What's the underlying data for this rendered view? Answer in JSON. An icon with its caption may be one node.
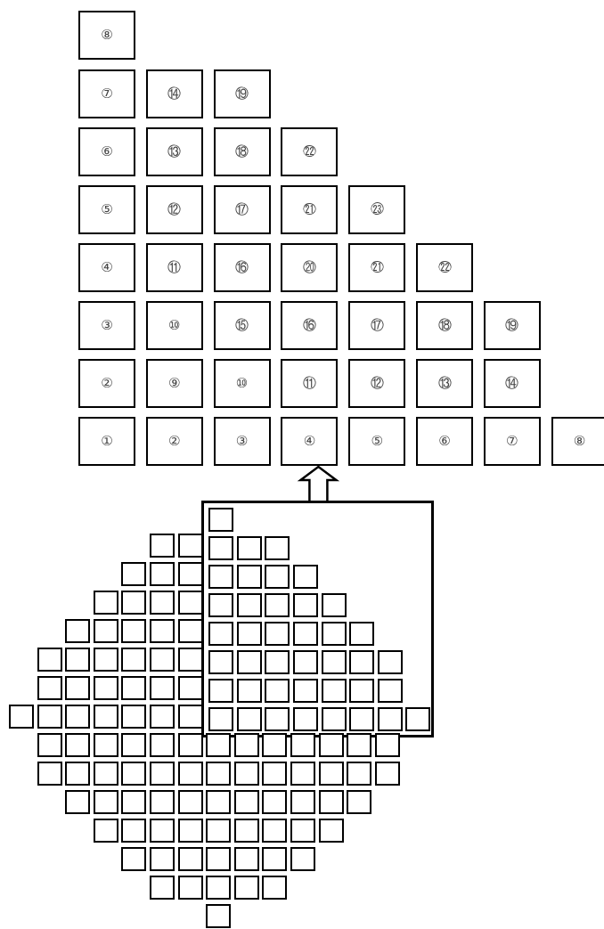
{
  "diagram": {
    "nodes": [
      {
        "text": [
          "⑧"
        ]
      },
      {
        "text": [
          "⑦"
        ]
      },
      {
        "text": [
          "⑭"
        ]
      },
      {
        "text": [
          "⑲"
        ]
      },
      {
        "text": [
          "⑥"
        ]
      },
      {
        "text": [
          "⑬"
        ]
      },
      {
        "text": [
          "⑱"
        ]
      },
      {
        "text": [
          "㉒"
        ]
      },
      {
        "text": [
          "⑤"
        ]
      },
      {
        "text": [
          "⑫"
        ]
      },
      {
        "text": [
          "⑰"
        ]
      },
      {
        "text": [
          "㉑"
        ]
      },
      {
        "text": [
          "㉓"
        ]
      },
      {
        "text": [
          "④"
        ]
      },
      {
        "text": [
          "⑪"
        ]
      },
      {
        "text": [
          "⑯"
        ]
      },
      {
        "text": [
          "⑳"
        ]
      },
      {
        "text": [
          "㉑"
        ]
      },
      {
        "text": [
          "㉒"
        ]
      },
      {
        "text": [
          "③"
        ]
      },
      {
        "text": [
          "⑩"
        ]
      },
      {
        "text": [
          "⑮"
        ]
      },
      {
        "text": [
          "⑯"
        ]
      },
      {
        "text": [
          "⑰"
        ]
      },
      {
        "text": [
          "⑱"
        ]
      },
      {
        "text": [
          "⑲"
        ]
      },
      {
        "text": [
          "②"
        ]
      },
      {
        "text": [
          "⑨"
        ]
      },
      {
        "text": [
          "⑩"
        ]
      },
      {
        "text": [
          "⑪"
        ]
      },
      {
        "text": [
          "⑫"
        ]
      },
      {
        "text": [
          "⑬"
        ]
      },
      {
        "text": [
          "⑭"
        ]
      },
      {
        "text": [
          "①"
        ]
      },
      {
        "text": [
          "②"
        ]
      },
      {
        "text": [
          "③"
        ]
      },
      {
        "text": [
          "④"
        ]
      },
      {
        "text": [
          "⑤"
        ]
      },
      {
        "text": [
          "⑥"
        ]
      },
      {
        "text": [
          "⑦"
        ]
      },
      {
        "text": [
          "⑧"
        ]
      },
      {
        "text": [],
        "shape": "box"
      },
      {
        "text": [],
        "shape": "box",
        "in": 41
      },
      {
        "text": [],
        "shape": "box"
      },
      {
        "text": [],
        "shape": "box"
      },
      {
        "text": [],
        "shape": "box",
        "in": 41
      },
      {
        "text": [],
        "shape": "box",
        "in": 41
      },
      {
        "text": [],
        "shape": "box",
        "in": 41
      },
      {
        "text": [],
        "shape": "box"
      },
      {
        "text": [],
        "shape": "box"
      },
      {
        "text": [],
        "shape": "box"
      },
      {
        "text": [],
        "shape": "box",
        "in": 41
      },
      {
        "text": [],
        "shape": "box",
        "in": 41
      },
      {
        "text": [],
        "shape": "box",
        "in": 41
      },
      {
        "text": [],
        "shape": "box",
        "in": 41
      },
      {
        "text": [],
        "shape": "box"
      },
      {
        "text": [],
        "shape": "box"
      },
      {
        "text": [],
        "shape": "box"
      },
      {
        "text": [],
        "shape": "box"
      },
      {
        "text": [],
        "shape": "box",
        "in": 41
      },
      {
        "text": [],
        "shape": "box",
        "in": 41
      },
      {
        "text": [],
        "shape": "box",
        "in": 41
      },
      {
        "text": [],
        "shape": "box",
        "in": 41
      },
      {
        "text": [],
        "shape": "box",
        "in": 41
      },
      {
        "text": [],
        "shape": "box"
      },
      {
        "text": [],
        "shape": "box"
      },
      {
        "text": [],
        "shape": "box"
      },
      {
        "text": [],
        "shape": "box"
      },
      {
        "text": [],
        "shape": "box"
      },
      {
        "text": [],
        "shape": "box",
        "in": 41
      },
      {
        "text": [],
        "shape": "box",
        "in": 41
      },
      {
        "text": [],
        "shape": "box",
        "in": 41
      },
      {
        "text": [],
        "shape": "box",
        "in": 41
      },
      {
        "text": [],
        "shape": "box",
        "in": 41
      },
      {
        "text": [],
        "shape": "box",
        "in": 41
      },
      {
        "text": [],
        "shape": "box"
      },
      {
        "text": [],
        "shape": "box"
      },
      {
        "text": [],
        "shape": "box"
      },
      {
        "text": [],
        "shape": "box"
      },
      {
        "text": [],
        "shape": "box"
      },
      {
        "text": [],
        "shape": "box"
      },
      {
        "text": [],
        "shape": "box",
        "in": 41
      },
      {
        "text": [],
        "shape": "box",
        "in": 41
      },
      {
        "text": [],
        "shape": "box",
        "in": 41
      },
      {
        "text": [],
        "shape": "box",
        "in": 41
      },
      {
        "text": [],
        "shape": "box",
        "in": 41
      },
      {
        "text": [],
        "shape": "box",
        "in": 41
      },
      {
        "text": [],
        "shape": "box",
        "in": 41
      },
      {
        "text": [],
        "shape": "box"
      },
      {
        "text": [],
        "shape": "box"
      },
      {
        "text": [],
        "shape": "box"
      },
      {
        "text": [],
        "shape": "box"
      },
      {
        "text": [],
        "shape": "box"
      },
      {
        "text": [],
        "shape": "box"
      },
      {
        "text": [],
        "shape": "box",
        "in": 41
      },
      {
        "text": [],
        "shape": "box",
        "in": 41
      },
      {
        "text": [],
        "shape": "box",
        "in": 41
      },
      {
        "text": [],
        "shape": "box",
        "in": 41
      },
      {
        "text": [],
        "shape": "box",
        "in": 41
      },
      {
        "text": [],
        "shape": "box",
        "in": 41
      },
      {
        "text": [],
        "shape": "box",
        "in": 41
      },
      {
        "text": [],
        "shape": "box"
      },
      {
        "text": [],
        "shape": "box"
      },
      {
        "text": [],
        "shape": "box"
      },
      {
        "text": [],
        "shape": "box"
      },
      {
        "text": [],
        "shape": "box"
      },
      {
        "text": [],
        "shape": "box"
      },
      {
        "text": [],
        "shape": "box"
      },
      {
        "text": [],
        "shape": "box",
        "in": 41
      },
      {
        "text": [],
        "shape": "box",
        "in": 41
      },
      {
        "text": [],
        "shape": "box",
        "in": 41
      },
      {
        "text": [],
        "shape": "box",
        "in": 41
      },
      {
        "text": [],
        "shape": "box",
        "in": 41
      },
      {
        "text": [],
        "shape": "box",
        "in": 41
      },
      {
        "text": [],
        "shape": "box",
        "in": 41
      },
      {
        "text": [],
        "shape": "box",
        "in": 41
      },
      {
        "text": [],
        "shape": "box"
      },
      {
        "text": [],
        "shape": "box"
      },
      {
        "text": [],
        "shape": "box"
      },
      {
        "text": [],
        "shape": "box"
      },
      {
        "text": [],
        "shape": "box"
      },
      {
        "text": [],
        "shape": "box"
      },
      {
        "text": [],
        "shape": "box"
      },
      {
        "text": [],
        "shape": "box"
      },
      {
        "text": [],
        "shape": "box"
      },
      {
        "text": [],
        "shape": "box"
      },
      {
        "text": [],
        "shape": "box"
      },
      {
        "text": [],
        "shape": "box"
      },
      {
        "text": [],
        "shape": "box"
      },
      {
        "text": [],
        "shape": "box"
      },
      {
        "text": [],
        "shape": "box"
      },
      {
        "text": [],
        "shape": "box"
      },
      {
        "text": [],
        "shape": "box"
      },
      {
        "text": [],
        "shape": "box"
      },
      {
        "text": [],
        "shape": "box"
      },
      {
        "text": [],
        "shape": "box"
      },
      {
        "text": [],
        "shape": "box"
      },
      {
        "text": [],
        "shape": "box"
      },
      {
        "text": [],
        "shape": "box"
      },
      {
        "text": [],
        "shape": "box"
      },
      {
        "text": [],
        "shape": "box"
      },
      {
        "text": [],
        "shape": "box"
      },
      {
        "text": [],
        "shape": "box"
      },
      {
        "text": [],
        "shape": "box"
      },
      {
        "text": [],
        "shape": "box"
      },
      {
        "text": [],
        "shape": "box"
      },
      {
        "text": [],
        "shape": "box"
      },
      {
        "text": [],
        "shape": "box"
      },
      {
        "text": [],
        "shape": "box"
      },
      {
        "text": [],
        "shape": "box"
      },
      {
        "text": [],
        "shape": "box"
      },
      {
        "text": [],
        "shape": "box"
      },
      {
        "text": [],
        "shape": "box"
      },
      {
        "text": [],
        "shape": "box"
      },
      {
        "text": [],
        "shape": "box"
      },
      {
        "text": [],
        "shape": "box"
      },
      {
        "text": [],
        "shape": "box"
      },
      {
        "text": [],
        "shape": "box"
      },
      {
        "text": [],
        "shape": "box"
      },
      {
        "text": [],
        "shape": "box"
      },
      {
        "text": [],
        "shape": "box"
      },
      {
        "text": [],
        "shape": "box"
      },
      {
        "text": [],
        "shape": "box"
      },
      {
        "text": [],
        "shape": "box"
      },
      {
        "text": [],
        "shape": "box"
      },
      {
        "text": [],
        "shape": "box"
      },
      {
        "text": [],
        "shape": "box"
      },
      {
        "text": [],
        "shape": "box"
      },
      {
        "text": [],
        "shape": "box"
      },
      {
        "text": [],
        "shape": "box"
      },
      {
        "text": [],
        "shape": "box"
      },
      {
        "text": [],
        "shape": "box"
      },
      {
        "text": [],
        "shape": "box"
      },
      {
        "text": [],
        "shape": "box"
      },
      {
        "text": [],
        "shape": "box"
      }
    ],
    "edges": [
      {
        "from": 41,
        "to": 36,
        "arrow": "to",
        "style": "thick"
      }
    ]
  }
}
